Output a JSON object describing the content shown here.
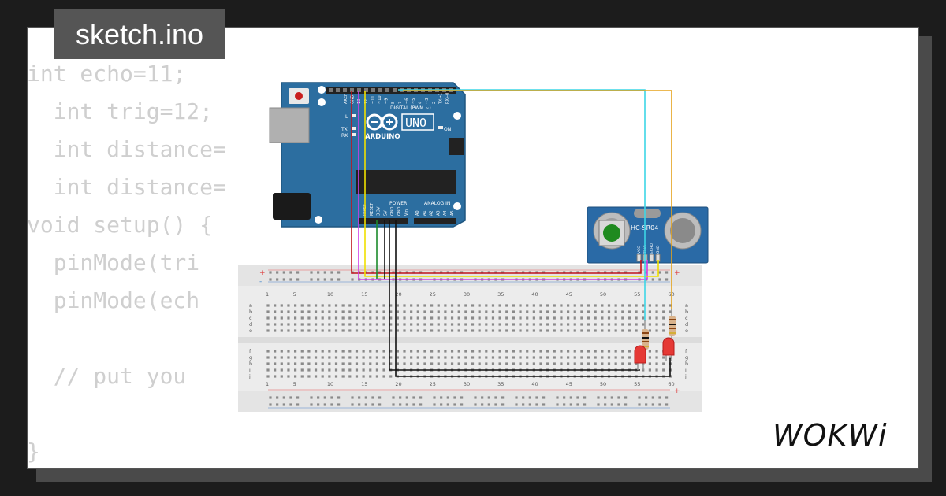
{
  "file_tab": {
    "label": "sketch.ino"
  },
  "code_lines": [
    "int echo=11;",
    "  int trig=12;",
    "  int distance=",
    "  int distance=",
    "void setup() {",
    "  pinMode(tri",
    "  pinMode(ech",
    "",
    "  // put you",
    "",
    "}"
  ],
  "arduino": {
    "model": "UNO",
    "brand": "ARDUINO",
    "digital_label": "DIGITAL (PWM ~)",
    "analog_label": "ANALOG IN",
    "power_label": "POWER",
    "on_label": "ON",
    "tx_label": "TX",
    "rx_label": "RX",
    "l_label": "L",
    "aref_label": "AREF",
    "gnd_label": "GND",
    "header_top_labels": [
      "13",
      "12",
      "~11",
      "~10",
      "~9",
      "8",
      "7",
      "~6",
      "~5",
      "4",
      "~3",
      "2",
      "TX→1",
      "RX←0"
    ],
    "power_pins": [
      "IOREF",
      "RESET",
      "3.3V",
      "5V",
      "GND",
      "GND",
      "Vin"
    ],
    "analog_pins": [
      "A0",
      "A1",
      "A2",
      "A3",
      "A4",
      "A5"
    ]
  },
  "sensor": {
    "model": "HC-SR04",
    "pins": [
      "VCC",
      "TRIG",
      "ECHO",
      "GND"
    ]
  },
  "breadboard": {
    "column_numbers": [
      "1",
      "5",
      "10",
      "15",
      "20",
      "25",
      "30",
      "35",
      "40",
      "45",
      "50",
      "55",
      "60"
    ],
    "row_letters_top": [
      "a",
      "b",
      "c",
      "d",
      "e"
    ],
    "row_letters_bottom": [
      "f",
      "g",
      "h",
      "i",
      "j"
    ],
    "plus": "+",
    "minus": "-"
  },
  "wire_colors": {
    "red": "#c0141c",
    "magenta": "#d23ce6",
    "yellow": "#f0e000",
    "green": "#1b8a2a",
    "black": "#111111",
    "cyan": "#3dd6e6",
    "orange": "#e5a21a"
  },
  "logo": {
    "text": "WOKWi"
  }
}
